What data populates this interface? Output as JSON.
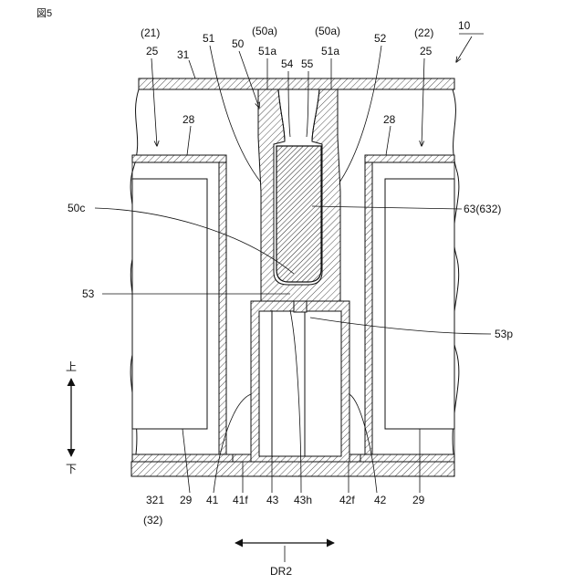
{
  "figure": {
    "title": "図5"
  },
  "labels": {
    "l_21": "(21)",
    "l_25a": "25",
    "l_31": "31",
    "l_51": "51",
    "l_50": "50",
    "l_50a1": "(50a)",
    "l_51a1": "51a",
    "l_54": "54",
    "l_55": "55",
    "l_50a2": "(50a)",
    "l_51a2": "51a",
    "l_52": "52",
    "l_22": "(22)",
    "l_25b": "25",
    "l_10": "10",
    "l_28a": "28",
    "l_28b": "28",
    "l_50c": "50c",
    "l_63": "63(632)",
    "l_53": "53",
    "l_53p": "53p",
    "l_up": "上",
    "l_down": "下",
    "l_321": "321",
    "l_32": "(32)",
    "l_29a": "29",
    "l_41": "41",
    "l_41f": "41f",
    "l_43": "43",
    "l_43h": "43h",
    "l_42f": "42f",
    "l_42": "42",
    "l_29b": "29",
    "l_dr2": "DR2"
  }
}
